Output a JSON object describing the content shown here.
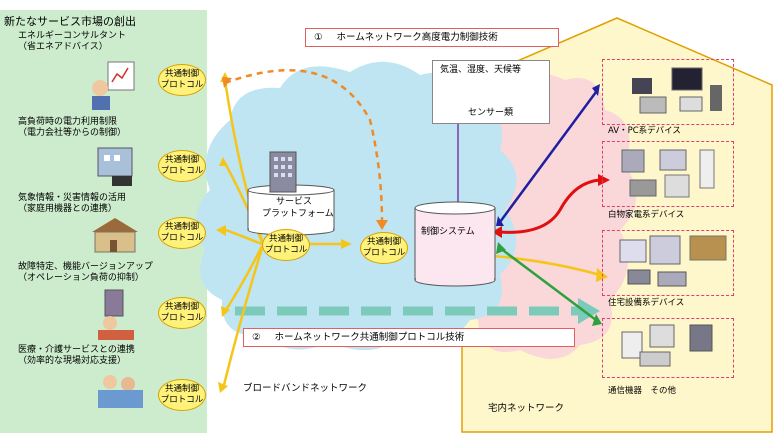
{
  "left_panel": {
    "title": "新たなサービス市場の創出",
    "items": [
      {
        "line1": "エネルギーコンサルタント",
        "line2": "（省エネアドバイス）"
      },
      {
        "line1": "高負荷時の電力利用制限",
        "line2": "（電力会社等からの制御）"
      },
      {
        "line1": "気象情報・災害情報の活用",
        "line2": "（家庭用機器との連携）"
      },
      {
        "line1": "故障特定、機能バージョンアップ",
        "line2": "（オペレーション負荷の抑制）"
      },
      {
        "line1": "医療・介護サービスとの連携",
        "line2": "（効率的な現場対応支援）"
      }
    ]
  },
  "protocol": {
    "line1": "共通制御",
    "line2": "プロトコル"
  },
  "banner_top": {
    "num": "①",
    "text": "ホームネットワーク高度電力制御技術"
  },
  "banner_bottom": {
    "num": "②",
    "text": "ホームネットワーク共通制御プロトコル技術"
  },
  "platform": {
    "line1": "サービス",
    "line2": "プラットフォーム"
  },
  "control_system": "制御システム",
  "sensor": {
    "top": "気温、湿度、天候等",
    "bottom": "センサー類"
  },
  "broadband_label": "ブロードバンドネットワーク",
  "home_label": "宅内ネットワーク",
  "devices": [
    {
      "label": "AV・PC系デバイス"
    },
    {
      "label": "白物家電系デバイス"
    },
    {
      "label": "住宅設備系デバイス"
    },
    {
      "label": "通信機器　その他"
    }
  ],
  "colors": {
    "left_panel_bg": "#cdeccd",
    "house_bg": "#fff7cc",
    "house_border": "#e0a000",
    "cloud_blue": "#bfe4f2",
    "cloud_pink": "#f9d4dc",
    "yellow_arrow": "#f5c518",
    "orange_dashed": "#f08a24",
    "teal_dashed": "#7ccaba",
    "navy_arrow": "#1f1fa0",
    "red_arrow": "#e01010",
    "green_arrow": "#2fa040",
    "purple_line": "#7a3aa8"
  }
}
